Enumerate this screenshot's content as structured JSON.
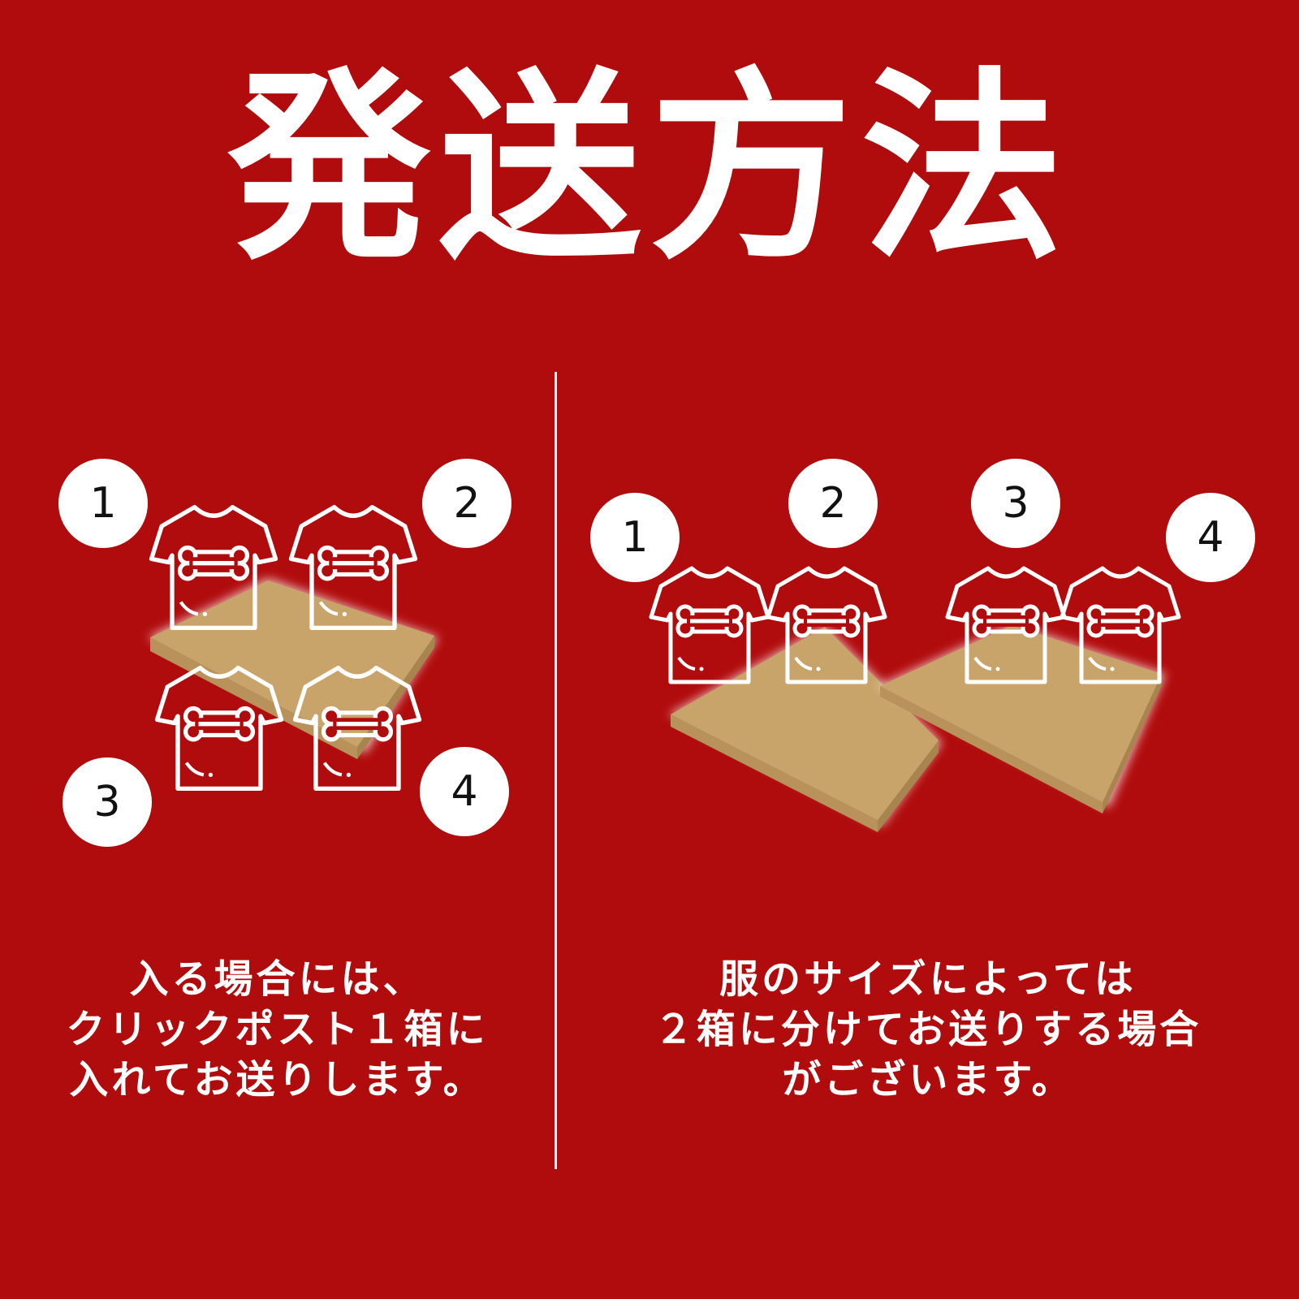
{
  "title": "発送方法",
  "colors": {
    "background": "#b10c0d",
    "text": "#ffffff",
    "box": "#c8a46a",
    "number_text": "#111111"
  },
  "left_panel": {
    "numbers": [
      "1",
      "2",
      "3",
      "4"
    ],
    "caption_lines": [
      "入る場合には、",
      "クリックポスト１箱に",
      "入れてお送りします。"
    ]
  },
  "right_panel": {
    "numbers": [
      "1",
      "2",
      "3",
      "4"
    ],
    "caption_lines": [
      "服のサイズによっては",
      "２箱に分けてお送りする場合",
      "がございます。"
    ]
  }
}
